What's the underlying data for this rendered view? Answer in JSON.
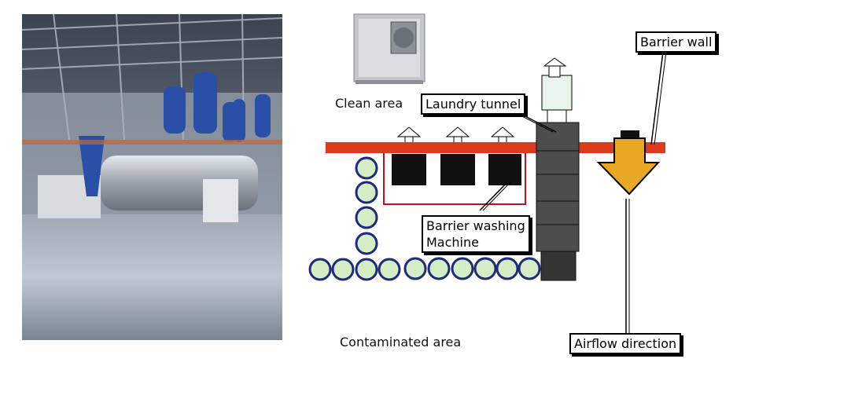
{
  "labels": {
    "clean_area": "Clean area",
    "contaminated_area": "Contaminated area",
    "laundry_tunnel": "Laundry tunnel",
    "barrier_wall": "Barrier wall",
    "barrier_washing_line1": "Barrier washing",
    "barrier_washing_line2": "Machine",
    "airflow_direction": "Airflow direction"
  },
  "colors": {
    "barrier_wall": "#dd3b1e",
    "airflow_arrow": "#e7a825",
    "laundry_bag_fill": "#d5edc4",
    "laundry_bag_stroke": "#1e2b7a",
    "tunnel": "#4d4d4d",
    "machine_outline": "#c0101a"
  }
}
